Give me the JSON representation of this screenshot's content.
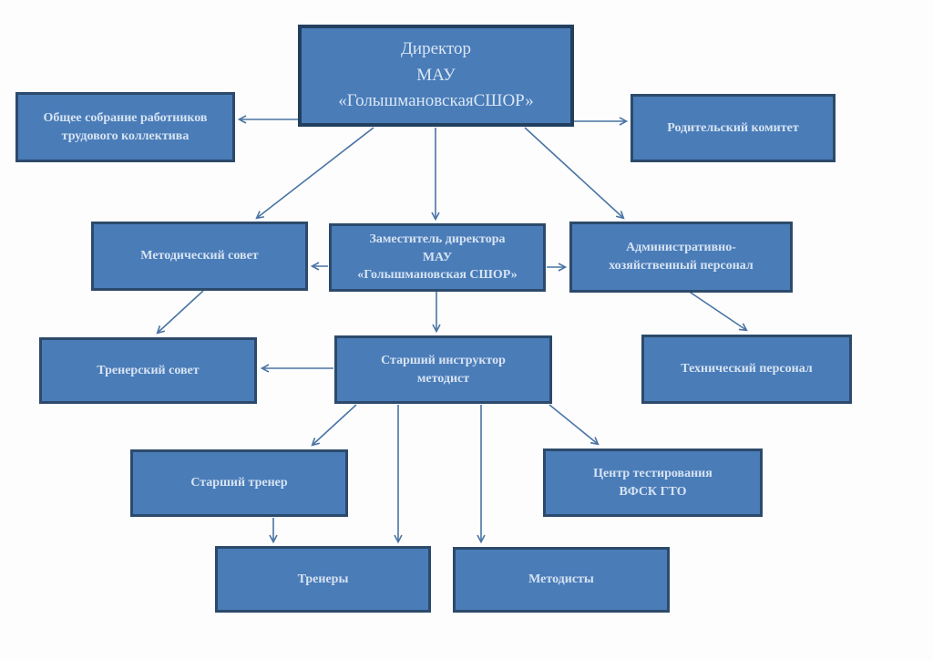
{
  "diagram_type": "org-chart",
  "colors": {
    "node_fill": "#4a7cb8",
    "node_border": "#2c4a6b",
    "node_text": "#d6e3f2",
    "arrow": "#4a74a4",
    "background": "#ffffff"
  },
  "nodes": [
    {
      "id": "director",
      "label": "Директор\nМАУ\n«ГолышмановскаяСШОР»"
    },
    {
      "id": "general-meeting",
      "label": "Общее собрание работников\nтрудового коллектива"
    },
    {
      "id": "parent-committee",
      "label": "Родительский комитет"
    },
    {
      "id": "methodical-council",
      "label": "Методический совет"
    },
    {
      "id": "deputy-director",
      "label": "Заместитель директора\nМАУ\n«Голышмановская СШОР»"
    },
    {
      "id": "admin-staff",
      "label": "Административно-\nхозяйственный персонал"
    },
    {
      "id": "trainer-council",
      "label": "Тренерский совет"
    },
    {
      "id": "senior-instructor",
      "label": "Старший инструктор\nметодист"
    },
    {
      "id": "technical-staff",
      "label": "Технический персонал"
    },
    {
      "id": "senior-trainer",
      "label": "Старший тренер"
    },
    {
      "id": "testing-center",
      "label": "Центр тестирования\nВФСК ГТО"
    },
    {
      "id": "trainers",
      "label": "Тренеры"
    },
    {
      "id": "methodists",
      "label": "Методисты"
    }
  ],
  "edges": [
    {
      "from": "director",
      "to": "general-meeting"
    },
    {
      "from": "director",
      "to": "parent-committee"
    },
    {
      "from": "director",
      "to": "methodical-council"
    },
    {
      "from": "director",
      "to": "deputy-director"
    },
    {
      "from": "director",
      "to": "admin-staff"
    },
    {
      "from": "deputy-director",
      "to": "methodical-council"
    },
    {
      "from": "deputy-director",
      "to": "admin-staff"
    },
    {
      "from": "methodical-council",
      "to": "trainer-council"
    },
    {
      "from": "deputy-director",
      "to": "senior-instructor"
    },
    {
      "from": "admin-staff",
      "to": "technical-staff"
    },
    {
      "from": "senior-instructor",
      "to": "trainer-council"
    },
    {
      "from": "senior-instructor",
      "to": "senior-trainer"
    },
    {
      "from": "senior-instructor",
      "to": "trainers"
    },
    {
      "from": "senior-instructor",
      "to": "methodists"
    },
    {
      "from": "senior-instructor",
      "to": "testing-center"
    },
    {
      "from": "senior-trainer",
      "to": "trainers"
    }
  ]
}
